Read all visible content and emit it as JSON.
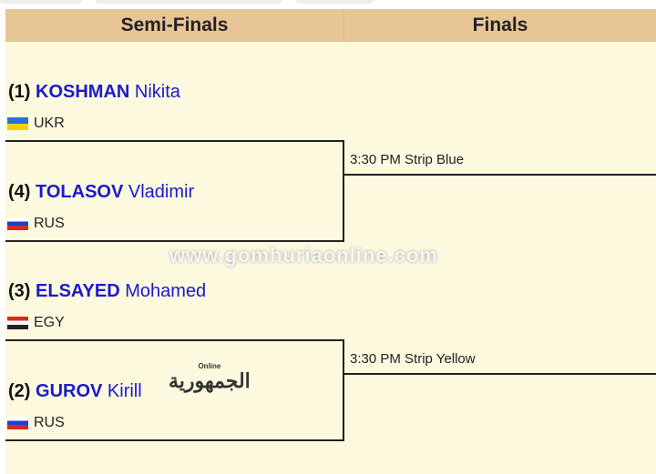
{
  "headers": {
    "semi": "Semi-Finals",
    "finals": "Finals"
  },
  "semis": [
    {
      "seed": "(1)",
      "last": "KOSHMAN",
      "first": "Nikita",
      "country": "UKR",
      "flag": "ukr"
    },
    {
      "seed": "(4)",
      "last": "TOLASOV",
      "first": "Vladimir",
      "country": "RUS",
      "flag": "rus"
    },
    {
      "seed": "(3)",
      "last": "ELSAYED",
      "first": "Mohamed",
      "country": "EGY",
      "flag": "egy"
    },
    {
      "seed": "(2)",
      "last": "GUROV",
      "first": "Kirill",
      "country": "RUS",
      "flag": "rus"
    }
  ],
  "finals": [
    {
      "label": "3:30 PM Strip Blue"
    },
    {
      "label": "3:30 PM Strip Yellow"
    }
  ],
  "watermark": "www.gomhuriaonline.com",
  "logo": {
    "arabic": "الجمهورية",
    "latin": "Online"
  }
}
